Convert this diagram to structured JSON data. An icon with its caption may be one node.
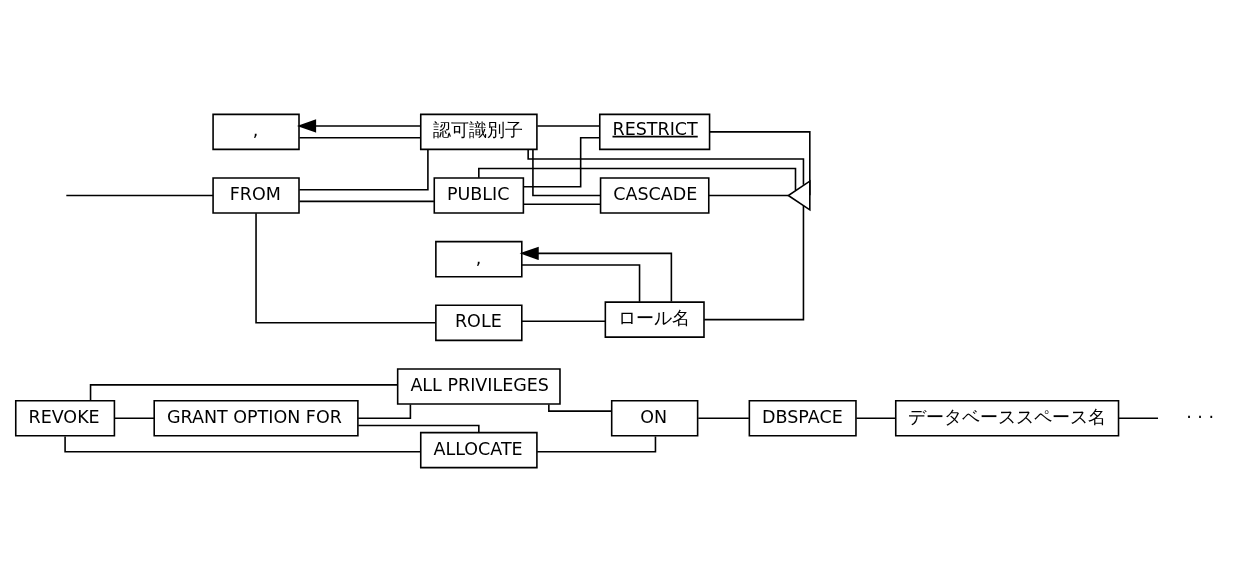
{
  "diagram": {
    "nodes": [
      {
        "text": [
          "REVOKE"
        ]
      },
      {
        "text": [
          "GRANT OPTION FOR"
        ]
      },
      {
        "text": [
          "ALL PRIVILEGES"
        ]
      },
      {
        "text": [
          "ALLOCATE"
        ]
      },
      {
        "text": [
          "ON"
        ]
      },
      {
        "text": [
          "DBSPACE"
        ]
      },
      {
        "text": [
          "データベーススペース名"
        ]
      },
      {
        "text": [
          "· · ·"
        ]
      },
      {
        "text": [
          "FROM"
        ]
      },
      {
        "text": [
          "PUBLIC"
        ]
      },
      {
        "text": [
          ","
        ]
      },
      {
        "text": [
          "認可識別子"
        ]
      },
      {
        "text": [
          "CASCADE"
        ]
      },
      {
        "text": [
          "RESTRICT"
        ]
      },
      {
        "text": [
          ","
        ]
      },
      {
        "text": [
          "ROLE"
        ]
      },
      {
        "text": [
          "ロール名"
        ]
      },
      {
        "text": [],
        "shape": "triangle"
      }
    ],
    "edges": [
      {
        "from": 0,
        "to": 1,
        "arrow": "none"
      },
      {
        "from": 0,
        "to": 2,
        "arrow": "none"
      },
      {
        "from": 0,
        "to": 3,
        "arrow": "none"
      },
      {
        "from": 1,
        "to": 2,
        "arrow": "none"
      },
      {
        "from": 1,
        "to": 3,
        "arrow": "none"
      },
      {
        "from": 2,
        "to": 4,
        "arrow": "none"
      },
      {
        "from": 3,
        "to": 4,
        "arrow": "none"
      },
      {
        "from": 4,
        "to": 5,
        "arrow": "none"
      },
      {
        "from": 5,
        "to": 6,
        "arrow": "none"
      },
      {
        "from": 6,
        "to": 7,
        "arrow": "none"
      },
      {
        "from": null,
        "to": 8,
        "arrow": "none"
      },
      {
        "from": 8,
        "to": 9,
        "arrow": "none"
      },
      {
        "from": 8,
        "to": 11,
        "arrow": "none"
      },
      {
        "from": 8,
        "to": 15,
        "arrow": "none"
      },
      {
        "from": 11,
        "to": 10,
        "arrow": "to"
      },
      {
        "from": 10,
        "to": 11,
        "arrow": "none"
      },
      {
        "from": 9,
        "to": 12,
        "arrow": "none"
      },
      {
        "from": 9,
        "to": 13,
        "arrow": "none"
      },
      {
        "from": 11,
        "to": 12,
        "arrow": "none"
      },
      {
        "from": 11,
        "to": 13,
        "arrow": "none"
      },
      {
        "from": 9,
        "to": 17,
        "arrow": "none"
      },
      {
        "from": 11,
        "to": 17,
        "arrow": "none"
      },
      {
        "from": 12,
        "to": 17,
        "arrow": "none"
      },
      {
        "from": 13,
        "to": 17,
        "arrow": "none"
      },
      {
        "from": 15,
        "to": 16,
        "arrow": "none"
      },
      {
        "from": 16,
        "to": 14,
        "arrow": "to"
      },
      {
        "from": 14,
        "to": 16,
        "arrow": "none"
      },
      {
        "from": 16,
        "to": 17,
        "arrow": "none"
      }
    ]
  }
}
